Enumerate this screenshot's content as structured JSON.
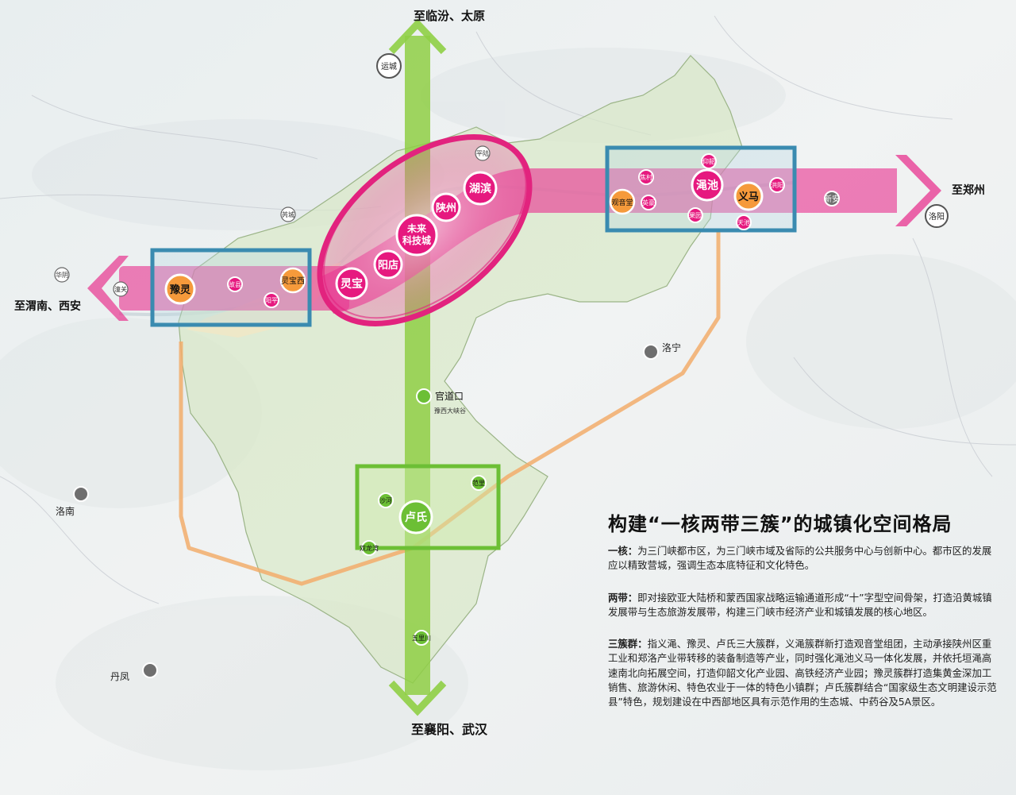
{
  "directions": {
    "north": "至临汾、太原",
    "south": "至襄阳、武汉",
    "east": "至郑州",
    "west": "至渭南、西安"
  },
  "core_nodes": {
    "lingbao": "灵宝",
    "yangdian": "阳店",
    "future_city_line1": "未来",
    "future_city_line2": "科技城",
    "shanzhou": "陕州",
    "hubin": "湖滨"
  },
  "east_cluster": {
    "mianchi": "渑池",
    "yima": "义马",
    "guanyintang": "观音堂",
    "jiaocun": "焦村",
    "yingshao": "仰韶",
    "hongyang": "洪阳",
    "yingmao": "英豪",
    "guoyuan": "果园",
    "tianchi": "天池"
  },
  "west_cluster": {
    "yuling": "豫灵",
    "lingbaoxi": "灵宝西",
    "gucheng": "故县",
    "yangping": "阳平",
    "tongguan": "潼关",
    "huazhou": "华阴"
  },
  "south_cluster": {
    "lushi": "卢氏",
    "shahe": "沙河",
    "fanli": "范里",
    "shuanglong": "双龙湾"
  },
  "green_axis": {
    "guandaokou": "官道口",
    "canyon": "豫西大峡谷",
    "wulichuan": "五里川"
  },
  "external_cities": {
    "yuncheng": "运城",
    "pinglu": "平陆",
    "ruicheng": "芮城",
    "luoyang": "洛阳",
    "xinan": "新安",
    "luoning": "洛宁",
    "luonan": "洛南",
    "danfeng": "丹凤"
  },
  "colors": {
    "pink_band": "#e8338f",
    "green_axis": "#8fcf45",
    "blue_box": "#3a8bb0",
    "orange_route": "#f2ad6b",
    "city_gray": "#6f6f6f",
    "node_magenta": "#e6197f",
    "node_orange": "#f59a3b",
    "node_green": "#6cbf35"
  },
  "legend": {
    "title": "构建“一核两带三簇”的城镇化空间格局",
    "p1_lead": "一核：",
    "p1": "为三门峡都市区，为三门峡市域及省际的公共服务中心与创新中心。都市区的发展应以精致营城，强调生态本底特征和文化特色。",
    "p2_lead": "两带：",
    "p2": "即对接欧亚大陆桥和蒙西国家战略运输通道形成“十”字型空间骨架，打造沿黄城镇发展带与生态旅游发展带，构建三门峡市经济产业和城镇发展的核心地区。",
    "p3_lead": "三簇群：",
    "p3": "指义渑、豫灵、卢氏三大簇群，义渑簇群新打造观音堂组团，主动承接陕州区重工业和郑洛产业带转移的装备制造等产业，同时强化渑池义马一体化发展，并依托垣渑高速南北向拓展空间，打造仰韶文化产业园、高铁经济产业园；豫灵簇群打造集黄金深加工销售、旅游休闲、特色农业于一体的特色小镇群；卢氏簇群结合“国家级生态文明建设示范县”特色，规划建设在中西部地区具有示范作用的生态城、中药谷及5A景区。"
  }
}
